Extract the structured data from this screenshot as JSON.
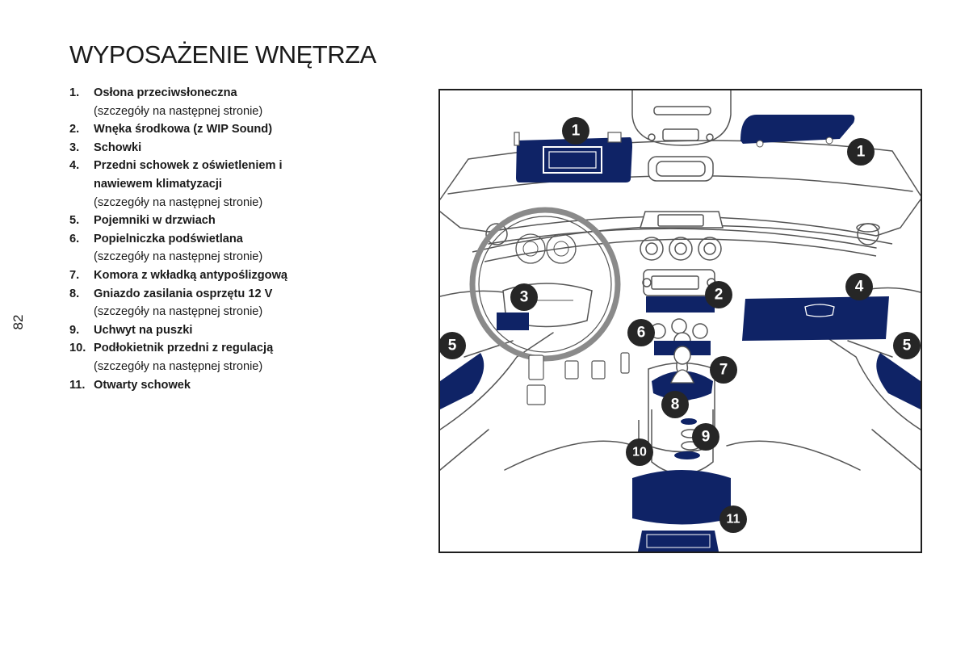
{
  "page": {
    "title": "WYPOSAŻENIE WNĘTRZA",
    "page_number": "82"
  },
  "items": [
    {
      "num": "1.",
      "label": "Osłona przeciwsłoneczna",
      "note": "(szczegóły na następnej stronie)"
    },
    {
      "num": "2.",
      "label": "Wnęka środkowa (z WIP Sound)",
      "note": ""
    },
    {
      "num": "3.",
      "label": "Schowki",
      "note": ""
    },
    {
      "num": "4.",
      "label": "Przedni schowek z oświetleniem i nawiewem klimatyzacji",
      "note": "(szczegóły na następnej stronie)"
    },
    {
      "num": "5.",
      "label": "Pojemniki w drzwiach",
      "note": ""
    },
    {
      "num": "6.",
      "label": "Popielniczka podświetlana",
      "note": "(szczegóły na następnej stronie)"
    },
    {
      "num": "7.",
      "label": "Komora z wkładką antypoślizgową",
      "note": ""
    },
    {
      "num": "8.",
      "label": "Gniazdo zasilania osprzętu 12 V",
      "note": "(szczegóły na następnej stronie)"
    },
    {
      "num": "9.",
      "label": "Uchwyt na puszki",
      "note": ""
    },
    {
      "num": "10.",
      "label": "Podłokietnik przedni z regulacją",
      "note": "(szczegóły na następnej stronie)"
    },
    {
      "num": "11.",
      "label": "Otwarty schowek",
      "note": ""
    }
  ],
  "figure": {
    "callouts": {
      "c1a": "1",
      "c1b": "1",
      "c2": "2",
      "c3": "3",
      "c4": "4",
      "c5a": "5",
      "c5b": "5",
      "c6": "6",
      "c7": "7",
      "c8": "8",
      "c9": "9",
      "c10": "10",
      "c11": "11"
    },
    "colors": {
      "highlight": "#0f2366",
      "badge": "#262626",
      "line": "#555555",
      "light": "#eaeaea"
    }
  }
}
